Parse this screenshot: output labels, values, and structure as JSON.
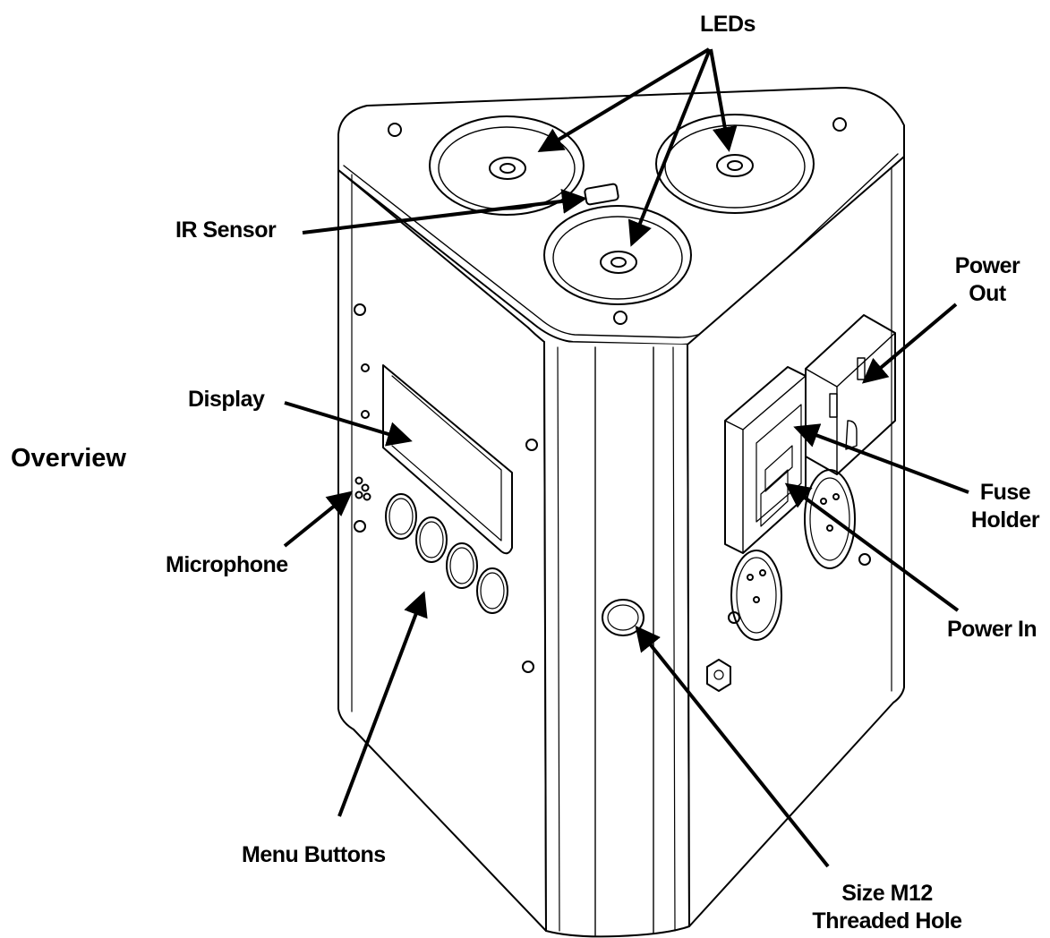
{
  "page": {
    "heading": "Overview"
  },
  "callouts": {
    "leds": "LEDs",
    "ir_sensor": "IR Sensor",
    "power_out_line1": "Power",
    "power_out_line2": "Out",
    "display": "Display",
    "fuse_holder_line1": "Fuse",
    "fuse_holder_line2": "Holder",
    "microphone": "Microphone",
    "power_in": "Power In",
    "menu_buttons": "Menu Buttons",
    "threaded_hole_line1": "Size M12",
    "threaded_hole_line2": "Threaded Hole"
  },
  "colors": {
    "ink": "#000000",
    "background": "#ffffff",
    "body_fill": "#ffffff"
  }
}
